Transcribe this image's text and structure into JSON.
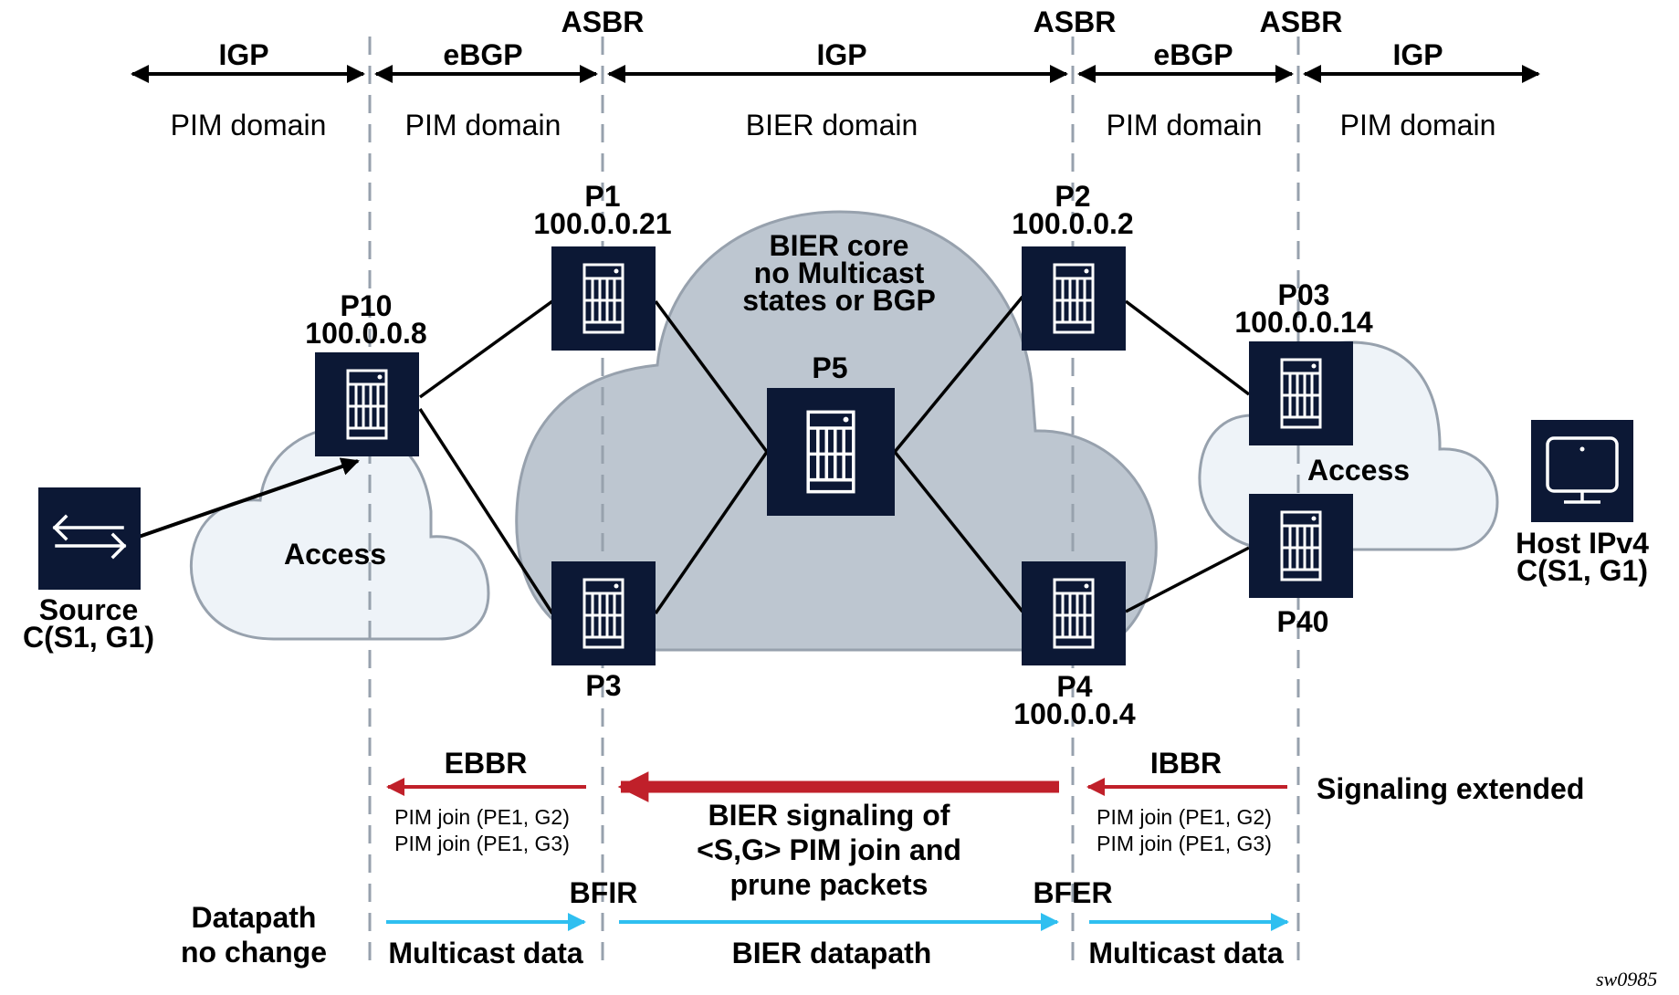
{
  "colors": {
    "node_fill": "#0c1835",
    "core_cloud_fill": "#bdc6d0",
    "access_cloud_fill": "#eef3f8",
    "cloud_stroke": "#97a1ad",
    "divider": "#97a1ad",
    "signaling_arrow": "#c0202a",
    "data_arrow": "#2fbff0",
    "link": "#000000"
  },
  "asbr_labels": [
    "ASBR",
    "ASBR",
    "ASBR"
  ],
  "domains": [
    {
      "protocol": "IGP",
      "name": "PIM domain"
    },
    {
      "protocol": "eBGP",
      "name": "PIM domain"
    },
    {
      "protocol": "IGP",
      "name": "BIER domain"
    },
    {
      "protocol": "eBGP",
      "name": "PIM domain"
    },
    {
      "protocol": "IGP",
      "name": "PIM domain"
    }
  ],
  "nodes": {
    "source": {
      "line1": "Source",
      "line2": "C(S1, G1)",
      "icon": "arrows-exchange-icon"
    },
    "p10": {
      "name": "P10",
      "address": "100.0.0.8",
      "icon": "router-icon"
    },
    "p1": {
      "name": "P1",
      "address": "100.0.0.21",
      "icon": "router-icon"
    },
    "p3": {
      "name": "P3",
      "icon": "router-icon"
    },
    "p5": {
      "name": "P5",
      "icon": "router-icon"
    },
    "p2": {
      "name": "P2",
      "address": "100.0.0.2",
      "icon": "router-icon"
    },
    "p4": {
      "name": "P4",
      "address": "100.0.0.4",
      "icon": "router-icon"
    },
    "p03": {
      "name": "P03",
      "address": "100.0.0.14",
      "icon": "router-icon"
    },
    "p40": {
      "name": "P40",
      "icon": "router-icon"
    },
    "host": {
      "line1": "Host IPv4",
      "line2": "C(S1, G1)",
      "icon": "monitor-icon"
    }
  },
  "clouds": {
    "access_left": "Access",
    "access_right": "Access",
    "core": [
      "BIER core",
      "no Multicast",
      "states or BGP"
    ]
  },
  "signaling": {
    "ebbr": "EBBR",
    "ibbr": "IBBR",
    "ebbr_joins": [
      "PIM join (PE1, G2)",
      "PIM join (PE1, G3)"
    ],
    "ibbr_joins": [
      "PIM join (PE1, G2)",
      "PIM join (PE1, G3)"
    ],
    "bier_signaling": [
      "BIER signaling of",
      "<S,G> PIM join and",
      "prune packets"
    ],
    "signaling_extended": "Signaling extended"
  },
  "datapath": {
    "left_label": [
      "Datapath",
      "no change"
    ],
    "bfir": "BFIR",
    "bfer": "BFER",
    "segments": [
      "Multicast data",
      "BIER datapath",
      "Multicast data"
    ]
  },
  "figure_id": "sw0985"
}
